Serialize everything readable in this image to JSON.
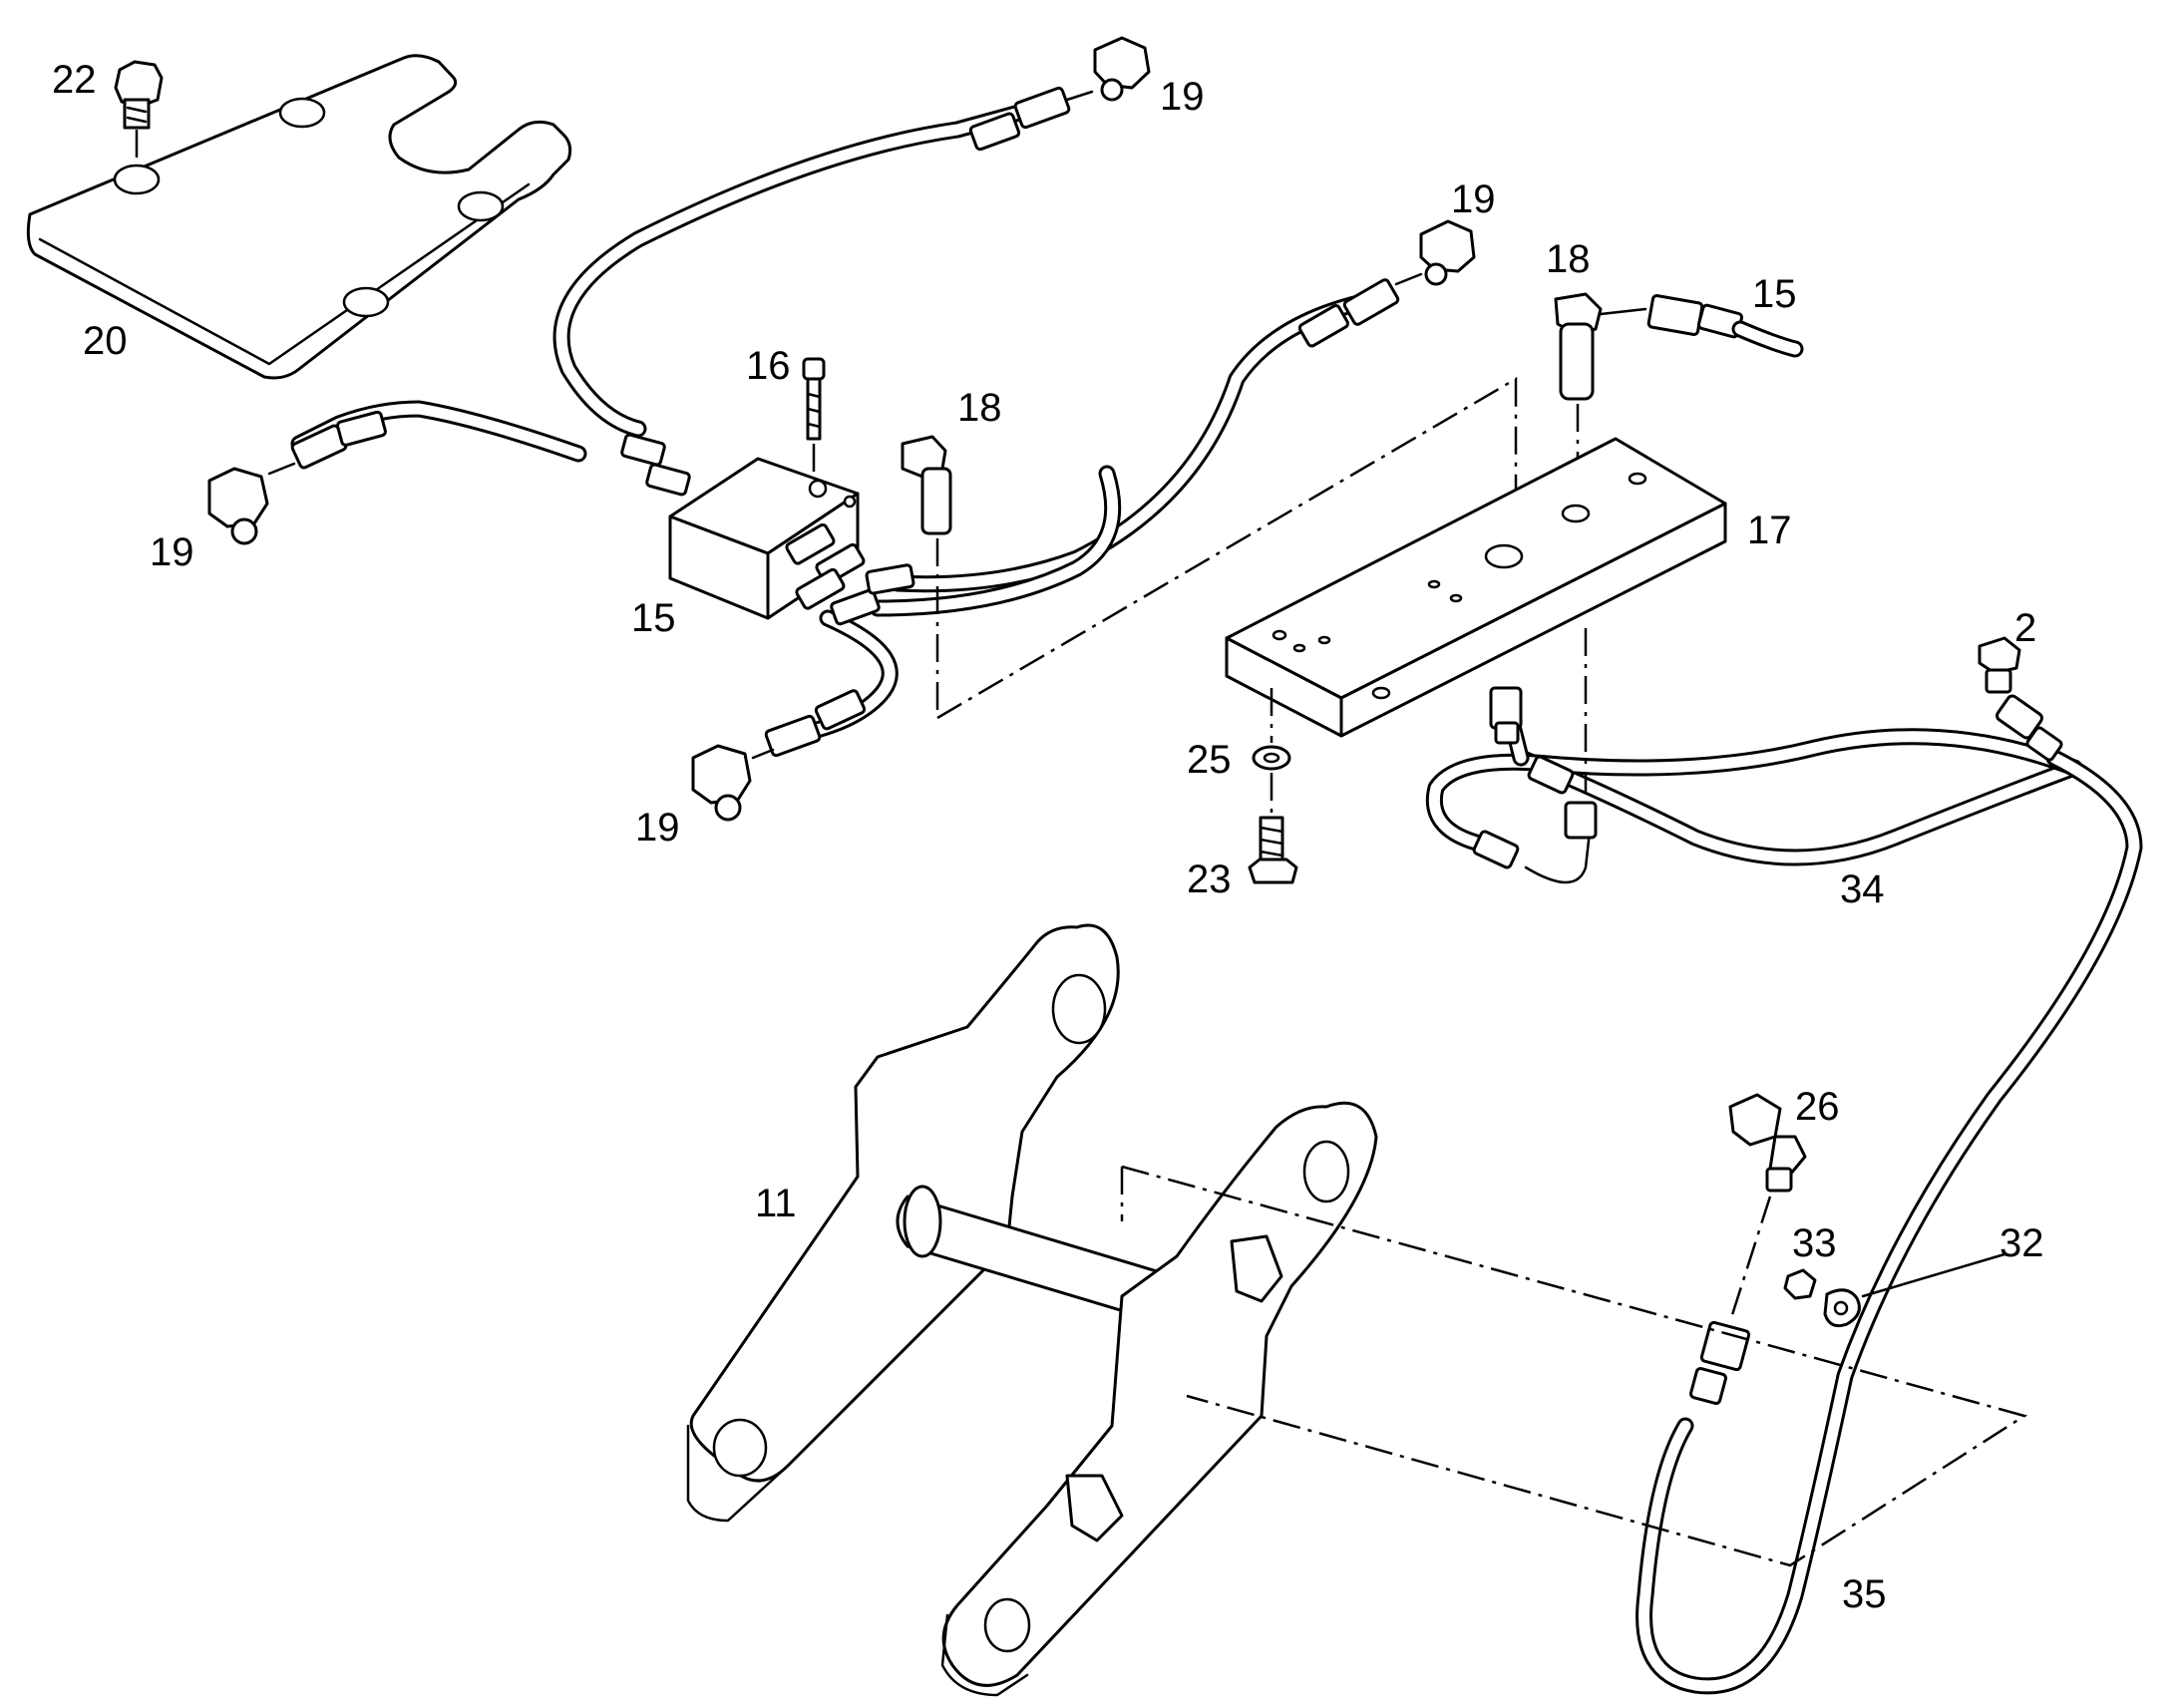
{
  "callouts": [
    {
      "id": "c22",
      "text": "22"
    },
    {
      "id": "c20",
      "text": "20"
    },
    {
      "id": "c19a",
      "text": "19"
    },
    {
      "id": "c19b",
      "text": "19"
    },
    {
      "id": "c19c",
      "text": "19"
    },
    {
      "id": "c19d",
      "text": "19"
    },
    {
      "id": "c16",
      "text": "16"
    },
    {
      "id": "c18a",
      "text": "18"
    },
    {
      "id": "c18b",
      "text": "18"
    },
    {
      "id": "c15a",
      "text": "15"
    },
    {
      "id": "c15b",
      "text": "15"
    },
    {
      "id": "c17",
      "text": "17"
    },
    {
      "id": "c2",
      "text": "2"
    },
    {
      "id": "c25",
      "text": "25"
    },
    {
      "id": "c23",
      "text": "23"
    },
    {
      "id": "c34",
      "text": "34"
    },
    {
      "id": "c11",
      "text": "11"
    },
    {
      "id": "c26",
      "text": "26"
    },
    {
      "id": "c33",
      "text": "33"
    },
    {
      "id": "c32",
      "text": "32"
    },
    {
      "id": "c35",
      "text": "35"
    }
  ]
}
